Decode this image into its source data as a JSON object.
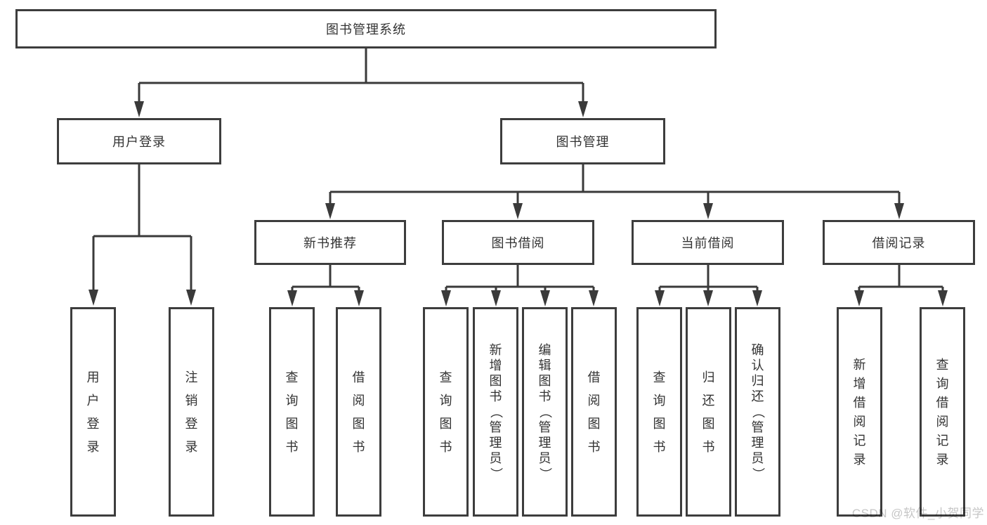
{
  "colors": {
    "background": "#ffffff",
    "line": "#3a3a3a",
    "box_border": "#3d3d3d",
    "text": "#333333",
    "watermark": "#c6c6c6"
  },
  "watermark": {
    "text": "CSDN @软件_小贺同学"
  },
  "nodes": {
    "root": {
      "label": "图书管理系统"
    },
    "level2": [
      {
        "id": "user-login",
        "label": "用户登录"
      },
      {
        "id": "book-management",
        "label": "图书管理"
      }
    ],
    "level3": [
      {
        "id": "new-book-recommend",
        "label": "新书推荐"
      },
      {
        "id": "book-borrow",
        "label": "图书借阅"
      },
      {
        "id": "current-borrow",
        "label": "当前借阅"
      },
      {
        "id": "borrow-records",
        "label": "借阅记录"
      }
    ],
    "leaves": [
      {
        "id": "leaf-user-login",
        "label": "用户登录"
      },
      {
        "id": "leaf-logout",
        "label": "注销登录"
      },
      {
        "id": "leaf-query-book-recommend",
        "label": "查询图书"
      },
      {
        "id": "leaf-borrow-book-recommend",
        "label": "借阅图书"
      },
      {
        "id": "leaf-query-book-borrow",
        "label": "查询图书"
      },
      {
        "id": "leaf-add-book-admin",
        "label": "新增图书（管理员）"
      },
      {
        "id": "leaf-edit-book-admin",
        "label": "编辑图书（管理员）"
      },
      {
        "id": "leaf-borrow-book-borrow",
        "label": "借阅图书"
      },
      {
        "id": "leaf-query-book-current",
        "label": "查询图书"
      },
      {
        "id": "leaf-return-book",
        "label": "归还图书"
      },
      {
        "id": "leaf-confirm-return-admin",
        "label": "确认归还（管理员）"
      },
      {
        "id": "leaf-add-borrow-record",
        "label": "新增借阅记录"
      },
      {
        "id": "leaf-query-borrow-record",
        "label": "查询借阅记录"
      }
    ]
  }
}
